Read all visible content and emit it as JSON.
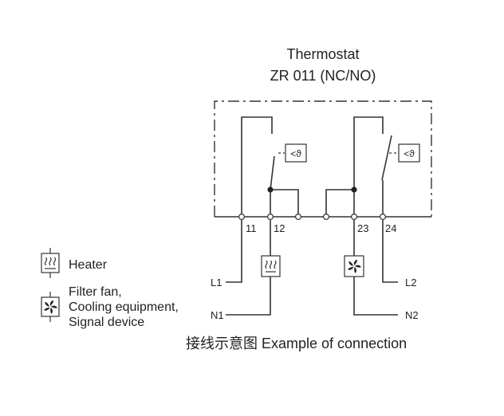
{
  "title": {
    "line1": "Thermostat",
    "line2": "ZR 011 (NC/NO)"
  },
  "terminals": {
    "t11": "11",
    "t12": "12",
    "t23": "23",
    "t24": "24"
  },
  "supply": {
    "l1": "L1",
    "n1": "N1",
    "l2": "L2",
    "n2": "N2"
  },
  "sensor_label": "<ϑ",
  "legend": {
    "heater": "Heater",
    "fan_line1": "Filter fan,",
    "fan_line2": "Cooling equipment,",
    "fan_line3": "Signal device"
  },
  "caption": "接线示意图 Example of connection",
  "icons": {
    "heater": "heater-icon",
    "fan": "fan-icon"
  }
}
